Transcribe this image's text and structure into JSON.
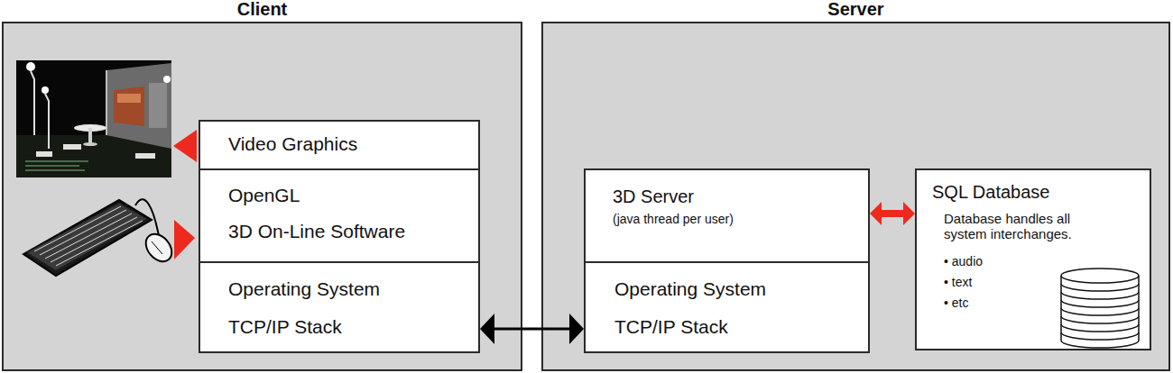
{
  "diagram": {
    "nodes": [
      {
        "text": [
          "Client"
        ]
      },
      {
        "text": [
          "Video Graphics"
        ],
        "in": 0
      },
      {
        "text": [
          "OpenGL",
          "3D On-Line Software"
        ],
        "in": 0
      },
      {
        "text": [
          "Operating System",
          "TCP/IP Stack"
        ],
        "in": 0
      },
      {
        "text": [
          "Server"
        ]
      },
      {
        "text": [
          "3D Server",
          "(java thread per user)"
        ],
        "in": 4
      },
      {
        "text": [
          "Operating System",
          "TCP/IP Stack"
        ],
        "in": 4
      },
      {
        "text": [
          "SQL Database",
          "Database handles all system interchanges.",
          "• audio",
          "• text",
          "• etc"
        ],
        "in": 4
      }
    ],
    "edges": [
      {
        "from": 3,
        "to": 6,
        "arrow": "both"
      },
      {
        "from": 5,
        "to": 7,
        "arrow": "both"
      }
    ]
  }
}
